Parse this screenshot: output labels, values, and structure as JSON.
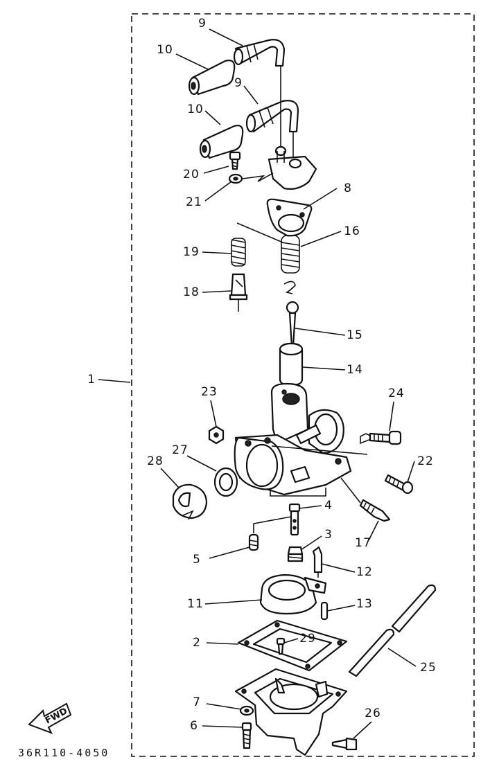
{
  "diagram": {
    "part_number_code": "36R110-4050",
    "fwd_label": "FWD",
    "callouts": {
      "p1": "1",
      "p2": "2",
      "p3": "3",
      "p4": "4",
      "p5": "5",
      "p6": "6",
      "p7": "7",
      "p8": "8",
      "p9a": "9",
      "p9b": "9",
      "p10a": "10",
      "p10b": "10",
      "p11": "11",
      "p12": "12",
      "p13": "13",
      "p14": "14",
      "p15": "15",
      "p16": "16",
      "p17": "17",
      "p18": "18",
      "p19": "19",
      "p20": "20",
      "p21": "21",
      "p22": "22",
      "p23": "23",
      "p24": "24",
      "p25": "25",
      "p26": "26",
      "p27": "27",
      "p28": "28",
      "p29": "29"
    }
  }
}
